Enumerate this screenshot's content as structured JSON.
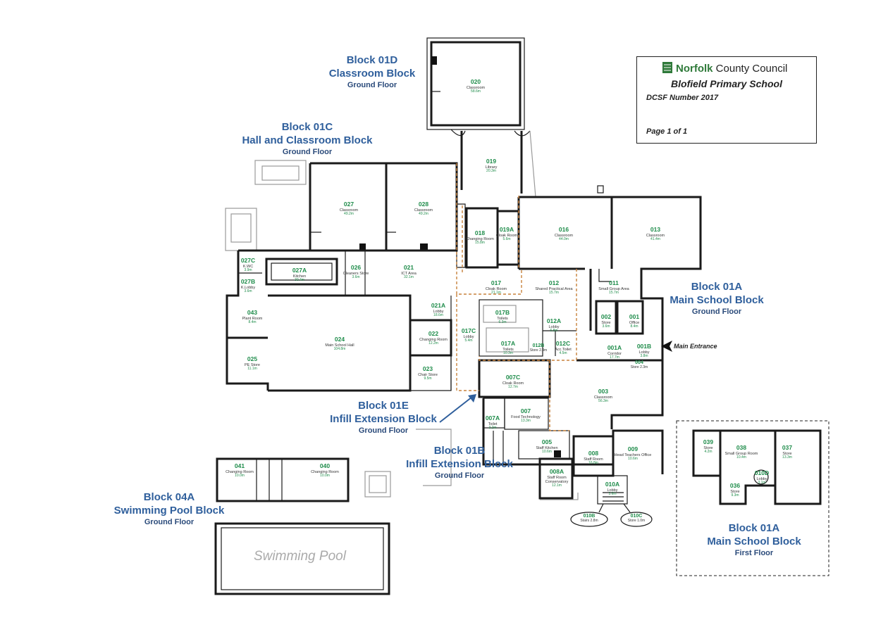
{
  "title_block": {
    "org_bold": "Norfolk",
    "org_rest": "County Council",
    "school": "Blofield Primary School",
    "dcsf": "DCSF Number 2017",
    "page": "Page 1 of 1"
  },
  "blocks": [
    {
      "id": "b01d",
      "l1": "Block 01D",
      "l2": "Classroom Block",
      "l3": "Ground Floor"
    },
    {
      "id": "b01c",
      "l1": "Block 01C",
      "l2": "Hall and Classroom Block",
      "l3": "Ground Floor"
    },
    {
      "id": "b01a_g",
      "l1": "Block 01A",
      "l2": "Main School Block",
      "l3": "Ground Floor"
    },
    {
      "id": "b01e",
      "l1": "Block 01E",
      "l2": "Infill Extension Block",
      "l3": "Ground Floor"
    },
    {
      "id": "b01b",
      "l1": "Block 01B",
      "l2": "Infill Extension Block",
      "l3": "Ground Floor"
    },
    {
      "id": "b04a",
      "l1": "Block 04A",
      "l2": "Swimming Pool Block",
      "l3": "Ground Floor"
    },
    {
      "id": "b01a_f",
      "l1": "Block 01A",
      "l2": "Main School Block",
      "l3": "First Floor"
    }
  ],
  "main_entrance": "Main Entrance",
  "swimming_pool": "Swimming Pool",
  "rooms": [
    {
      "n": "020",
      "name": "Classroom",
      "area": "58.6m"
    },
    {
      "n": "019",
      "name": "Library",
      "area": "20.3m"
    },
    {
      "n": "027",
      "name": "Classroom",
      "area": "49.2m"
    },
    {
      "n": "028",
      "name": "Classroom",
      "area": "49.2m"
    },
    {
      "n": "018",
      "name": "Changing Room",
      "area": "15.8m"
    },
    {
      "n": "019A",
      "name": "Cloak Room",
      "area": "5.6m"
    },
    {
      "n": "016",
      "name": "Classroom",
      "area": "44.0m"
    },
    {
      "n": "013",
      "name": "Classroom",
      "area": "41.4m"
    },
    {
      "n": "027C",
      "name": "K.WC",
      "area": "3.9m"
    },
    {
      "n": "027A",
      "name": "Kitchen",
      "area": "30.4m"
    },
    {
      "n": "026",
      "name": "Cleaners Store",
      "area": "3.6m"
    },
    {
      "n": "021",
      "name": "ICT Area",
      "area": "32.1m"
    },
    {
      "n": "017",
      "name": "Cloak Room",
      "area": "21.1m"
    },
    {
      "n": "012",
      "name": "Shared Practical Area",
      "area": "15.7m"
    },
    {
      "n": "011",
      "name": "Small Group Area",
      "area": "15.7m"
    },
    {
      "n": "027B",
      "name": "K.Lobby",
      "area": "3.6m"
    },
    {
      "n": "043",
      "name": "Plant Room",
      "area": "8.4m"
    },
    {
      "n": "024",
      "name": "Main School Hall",
      "area": "104.8m"
    },
    {
      "n": "021A",
      "name": "Lobby",
      "area": "18.6m"
    },
    {
      "n": "017B",
      "name": "Toilets",
      "area": "6.3m"
    },
    {
      "n": "012A",
      "name": "Lobby",
      "area": "6.8m"
    },
    {
      "n": "002",
      "name": "Store",
      "area": "3.6m"
    },
    {
      "n": "001",
      "name": "Office",
      "area": "8.4m"
    },
    {
      "n": "022",
      "name": "Changing Room",
      "area": "12.2m"
    },
    {
      "n": "017C",
      "name": "Lobby",
      "area": "5.4m"
    },
    {
      "n": "017A",
      "name": "Toilets",
      "area": "10.3m"
    },
    {
      "n": "012C",
      "name": "Acc.Toilet",
      "area": "4.5m"
    },
    {
      "n": "001A",
      "name": "Corridor",
      "area": "17.7m"
    },
    {
      "n": "001B",
      "name": "Lobby",
      "area": "3.8m"
    },
    {
      "n": "025",
      "name": "PE Store",
      "area": "11.1m"
    },
    {
      "n": "023",
      "name": "Chair Store",
      "area": "9.5m"
    },
    {
      "n": "007C",
      "name": "Cloak Room",
      "area": "12.7m"
    },
    {
      "n": "003",
      "name": "Classroom",
      "area": "56.3m"
    },
    {
      "n": "007A",
      "name": "Toilet",
      "area": "3.2m"
    },
    {
      "n": "007",
      "name": "Food Technology",
      "area": "13.3m"
    },
    {
      "n": "005",
      "name": "Staff Kitchen",
      "area": "10.6m"
    },
    {
      "n": "008",
      "name": "Staff Room",
      "area": "16.8m"
    },
    {
      "n": "009",
      "name": "Head Teachers Office",
      "area": "10.6m"
    },
    {
      "n": "008A",
      "name": "Staff Room Conservatory",
      "area": "12.1m"
    },
    {
      "n": "010A",
      "name": "Lobby",
      "area": "3.6m"
    },
    {
      "n": "041",
      "name": "Changing Room",
      "area": "10.0m"
    },
    {
      "n": "040",
      "name": "Changing Room",
      "area": "10.0m"
    },
    {
      "n": "039",
      "name": "Store",
      "area": "4.2m"
    },
    {
      "n": "038",
      "name": "Small Group Room",
      "area": "10.4m"
    },
    {
      "n": "037",
      "name": "Store",
      "area": "13.3m"
    },
    {
      "n": "010D",
      "name": "Lobby",
      "area": "3.1m"
    },
    {
      "n": "036",
      "name": "Store",
      "area": "9.3m"
    }
  ],
  "small_labels": [
    {
      "n": "010B",
      "text": "Stairs 2.8m"
    },
    {
      "n": "010C",
      "text": "Store 1.0m"
    },
    {
      "n": "012B",
      "text": "Store 2.4m"
    },
    {
      "n": "004",
      "text": "Store 2.3m"
    }
  ]
}
